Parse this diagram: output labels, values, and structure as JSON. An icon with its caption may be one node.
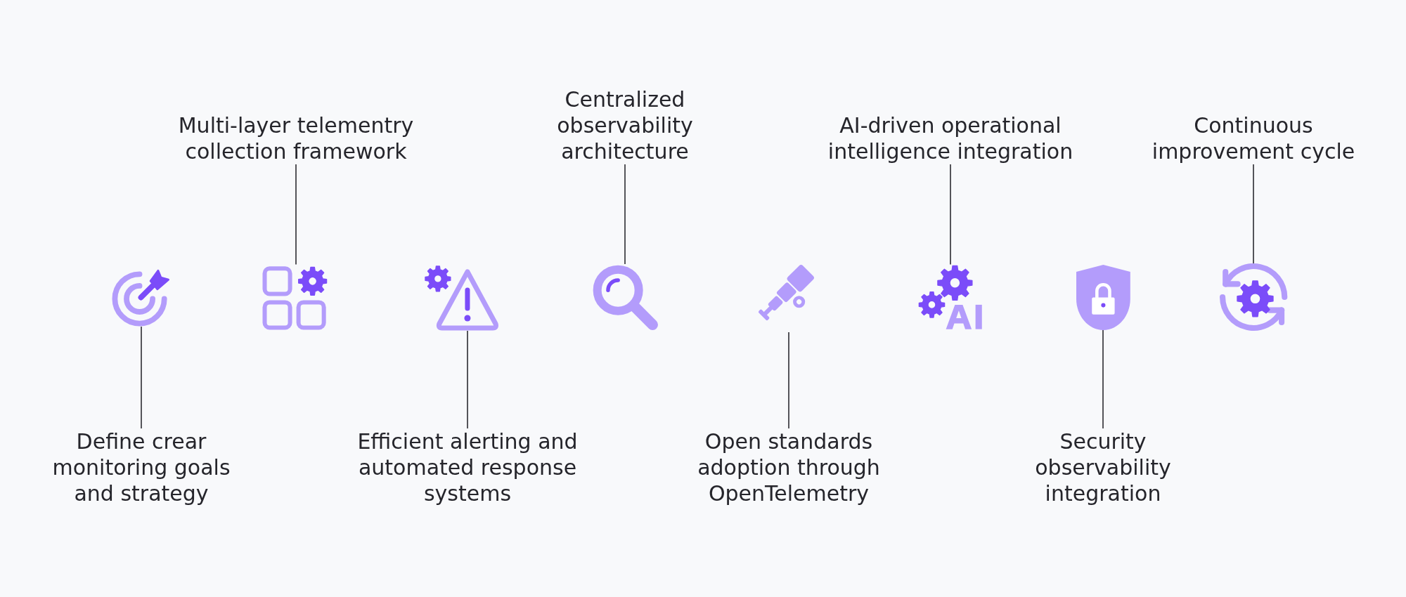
{
  "diagram": {
    "nodes": [
      {
        "text": [
          "Define crear monitoring goals and strategy"
        ]
      },
      {
        "text": [],
        "shape": "picture"
      },
      {
        "text": [
          "Multi-layer telementry collection framework"
        ]
      },
      {
        "text": [],
        "shape": "picture"
      },
      {
        "text": [
          "Efficient alerting and automated response systems"
        ]
      },
      {
        "text": [],
        "shape": "picture"
      },
      {
        "text": [
          "Centralized observability architecture"
        ]
      },
      {
        "text": [],
        "shape": "picture"
      },
      {
        "text": [
          "Open standards adoption through OpenTelemetry"
        ]
      },
      {
        "text": [],
        "shape": "picture"
      },
      {
        "text": [
          "AI-driven operational intelligence integration"
        ]
      },
      {
        "text": [],
        "shape": "picture"
      },
      {
        "text": [
          "Security observability integration"
        ]
      },
      {
        "text": [],
        "shape": "picture"
      },
      {
        "text": [
          "Continuous improvement cycle"
        ]
      },
      {
        "text": [],
        "shape": "picture"
      }
    ],
    "edges": [
      {
        "from": 0,
        "to": 1,
        "arrow": "none"
      },
      {
        "from": 2,
        "to": 3,
        "arrow": "none"
      },
      {
        "from": 4,
        "to": 5,
        "arrow": "none"
      },
      {
        "from": 6,
        "to": 7,
        "arrow": "none"
      },
      {
        "from": 8,
        "to": 9,
        "arrow": "none"
      },
      {
        "from": 10,
        "to": 11,
        "arrow": "none"
      },
      {
        "from": 12,
        "to": 13,
        "arrow": "none"
      },
      {
        "from": 14,
        "to": 15,
        "arrow": "none"
      }
    ]
  }
}
